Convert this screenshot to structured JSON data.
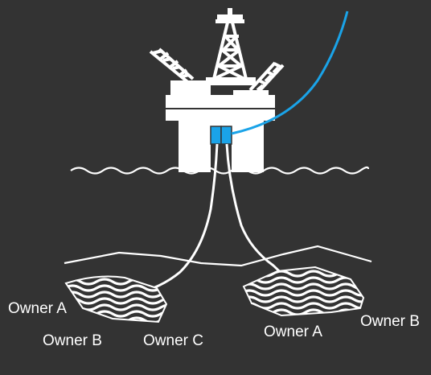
{
  "colors": {
    "background": "#333333",
    "foreground": "#ffffff",
    "export_pipeline": "#1aa3e8",
    "manifold": "#1aa3e8"
  },
  "icons": {
    "platform": "offshore-oil-platform-icon",
    "reservoir": "wavy-reservoir-icon"
  },
  "labels": {
    "reservoir_left_owner_a": "Owner A",
    "reservoir_left_owner_b": "Owner B",
    "reservoir_left_owner_c": "Owner C",
    "reservoir_right_owner_a": "Owner A",
    "reservoir_right_owner_b": "Owner B"
  }
}
